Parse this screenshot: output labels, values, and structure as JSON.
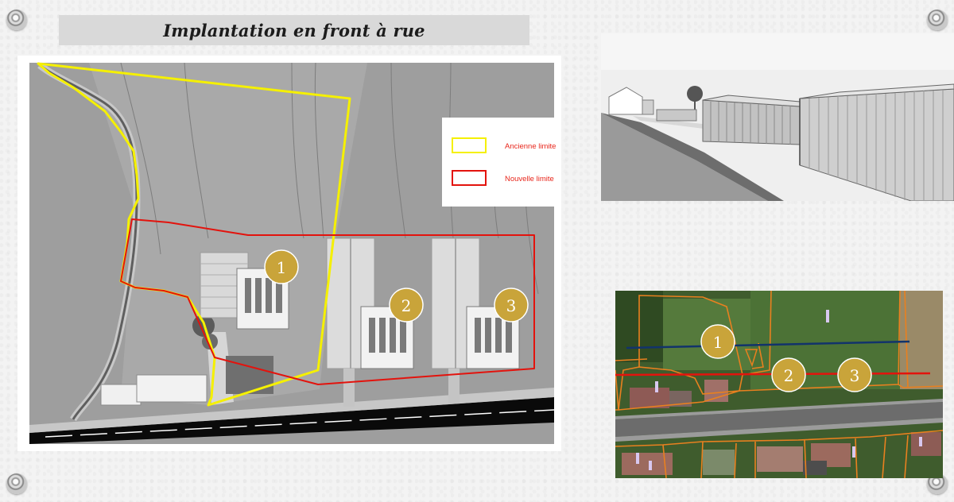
{
  "slide": {
    "title": "Implantation en front à rue"
  },
  "legend": {
    "items": [
      {
        "label": "Ancienne limite",
        "color": "#f5f000"
      },
      {
        "label": "Nouvelle limite",
        "color": "#e3130d"
      }
    ]
  },
  "site_plan": {
    "lots": [
      {
        "number": "1"
      },
      {
        "number": "2"
      },
      {
        "number": "3"
      }
    ]
  },
  "aerial_map": {
    "lots": [
      {
        "number": "1"
      },
      {
        "number": "2"
      },
      {
        "number": "3"
      }
    ]
  },
  "colors": {
    "badge_gold": "#c9a43a",
    "old_limit": "#f5f000",
    "new_limit": "#e3130d",
    "road": "#0a0a0a",
    "parcel_orange": "#e9801f",
    "blue_line": "#12336b"
  }
}
